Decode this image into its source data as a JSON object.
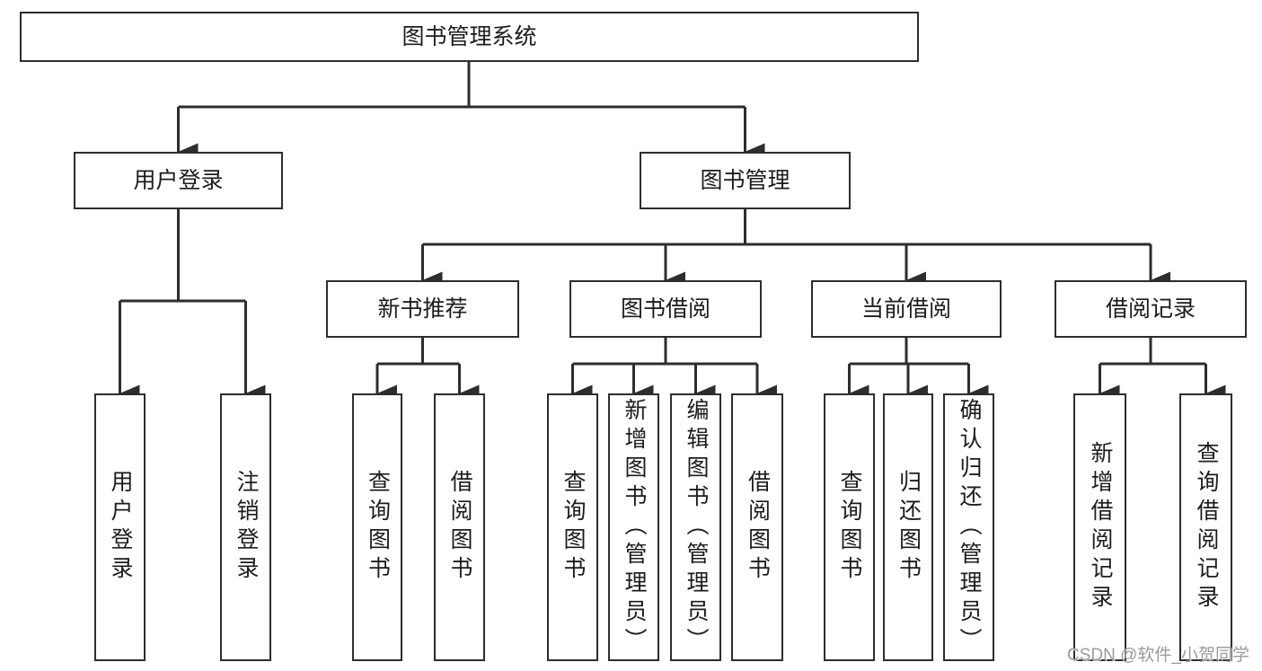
{
  "tree": {
    "label": "图书管理系统",
    "children": [
      {
        "label": "用户登录",
        "children": [
          {
            "label": "用户登录"
          },
          {
            "label": "注销登录"
          }
        ]
      },
      {
        "label": "图书管理",
        "children": [
          {
            "label": "新书推荐",
            "children": [
              {
                "label": "查询图书"
              },
              {
                "label": "借阅图书"
              }
            ]
          },
          {
            "label": "图书借阅",
            "children": [
              {
                "label": "查询图书"
              },
              {
                "label": "新增图书（管理员）"
              },
              {
                "label": "编辑图书（管理员）"
              },
              {
                "label": "借阅图书"
              }
            ]
          },
          {
            "label": "当前借阅",
            "children": [
              {
                "label": "查询图书"
              },
              {
                "label": "归还图书"
              },
              {
                "label": "确认归还（管理员）"
              }
            ]
          },
          {
            "label": "借阅记录",
            "children": [
              {
                "label": "新增借阅记录"
              },
              {
                "label": "查询借阅记录"
              }
            ]
          }
        ]
      }
    ]
  },
  "watermark": "CSDN @软件_小贺同学",
  "colors": {
    "line": "#2d2d2d",
    "text": "#1c1c1c",
    "watermark_text": "#9b9b9b",
    "background": "#ffffff"
  }
}
